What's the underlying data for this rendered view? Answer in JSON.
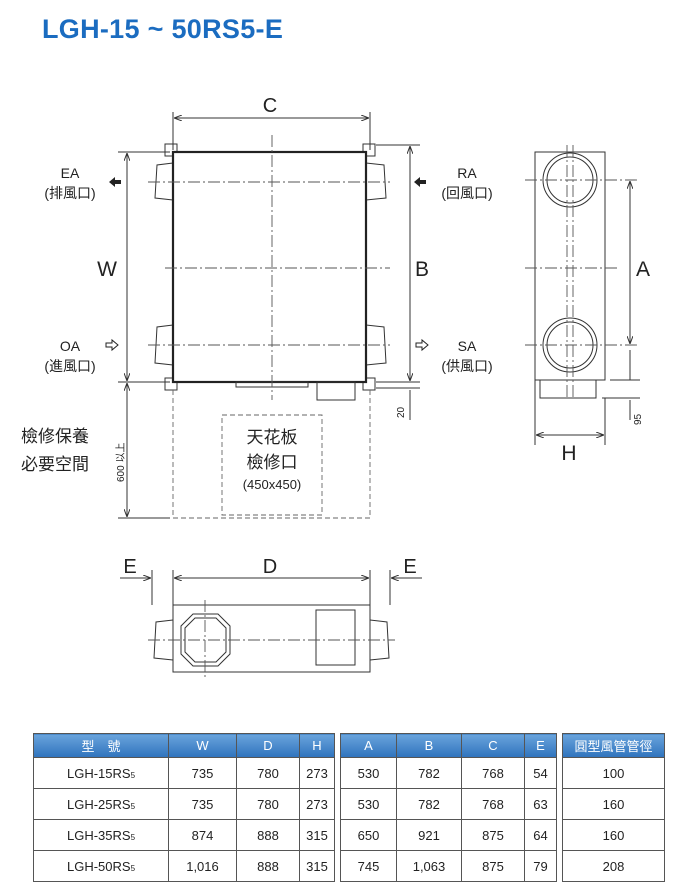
{
  "title": "LGH-15 ~ 50RS5-E",
  "drawing": {
    "dim_C": "C",
    "dim_W": "W",
    "dim_B": "B",
    "dim_A": "A",
    "dim_H": "H",
    "dim_D": "D",
    "dim_E": "E",
    "ea": "EA",
    "ea_cn": "(排風口)",
    "ra": "RA",
    "ra_cn": "(回風口)",
    "oa": "OA",
    "oa_cn": "(進風口)",
    "sa": "SA",
    "sa_cn": "(供風口)",
    "clearance_20": "20",
    "clearance_95": "95",
    "clearance_600": "600 以上",
    "maintenance_line1": "檢修保養",
    "maintenance_line2": "必要空間",
    "ceiling_line1": "天花板",
    "ceiling_line2": "檢修口",
    "ceiling_size": "(450x450)"
  },
  "table": {
    "headers": [
      "型　號",
      "W",
      "D",
      "H",
      "A",
      "B",
      "C",
      "E",
      "圓型風管管徑"
    ],
    "rows": [
      {
        "model": "LGH-15RS",
        "sub": "5",
        "W": "735",
        "D": "780",
        "H": "273",
        "A": "530",
        "B": "782",
        "C": "768",
        "E": "54",
        "duct": "100"
      },
      {
        "model": "LGH-25RS",
        "sub": "5",
        "W": "735",
        "D": "780",
        "H": "273",
        "A": "530",
        "B": "782",
        "C": "768",
        "E": "63",
        "duct": "160"
      },
      {
        "model": "LGH-35RS",
        "sub": "5",
        "W": "874",
        "D": "888",
        "H": "315",
        "A": "650",
        "B": "921",
        "C": "875",
        "E": "64",
        "duct": "160"
      },
      {
        "model": "LGH-50RS",
        "sub": "5",
        "W": "1,016",
        "D": "888",
        "H": "315",
        "A": "745",
        "B": "1,063",
        "C": "875",
        "E": "79",
        "duct": "208"
      }
    ]
  }
}
